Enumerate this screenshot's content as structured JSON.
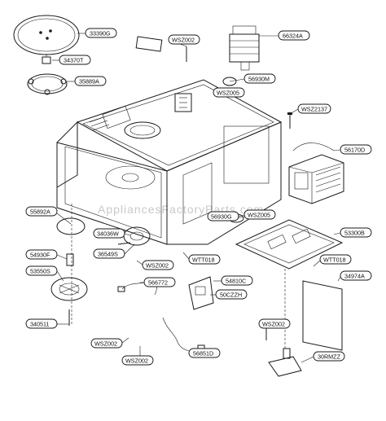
{
  "watermark": "AppliancesFactoryParts.com",
  "labels": {
    "l33390G": "33390G",
    "l34370T": "34370T",
    "l35889A": "35889A",
    "lWSZ002a": "WSZ002",
    "l66324A": "66324A",
    "l56930M": "56930M",
    "lWSZ005a": "WSZ005",
    "lWSZ2137": "WSZ2137",
    "l56170D": "56170D",
    "l55892A": "55892A",
    "l34036W": "34036W",
    "l36549S": "36549S",
    "l54930F": "54930F",
    "l53550S": "53550S",
    "lWSZ002b": "WSZ002",
    "l56772": "566772",
    "lWTT018a": "WTT018",
    "l54810C": "54810C",
    "l50CZZH": "50CZZH",
    "l56930G": "56930G",
    "lWSZ005b": "WSZ005",
    "l53300B": "53300B",
    "lWTT018b": "WTT018",
    "l34974A": "34974A",
    "l34051I": "340511",
    "lWSZ002c": "WSZ002",
    "lWSZ002d": "WSZ002",
    "l56851D": "56851D",
    "lWSZ002e": "WSZ002",
    "l30RMZZ": "30RMZZ"
  }
}
